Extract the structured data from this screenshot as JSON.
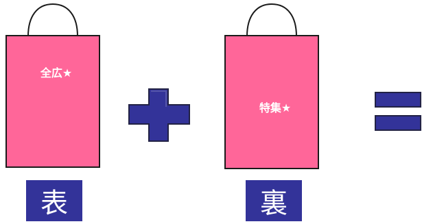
{
  "bags": [
    {
      "label": "全広★",
      "fill": "#ff6699"
    },
    {
      "label": "特集★",
      "fill": "#ff6699"
    }
  ],
  "tags": [
    {
      "text": "表"
    },
    {
      "text": "裏"
    }
  ],
  "operators": {
    "plus": "plus-sign",
    "equals": "equals-sign"
  },
  "colors": {
    "bag_fill": "#ff6699",
    "operator_fill": "#333399",
    "tag_fill": "#333399",
    "outline": "#1a1a1a"
  }
}
